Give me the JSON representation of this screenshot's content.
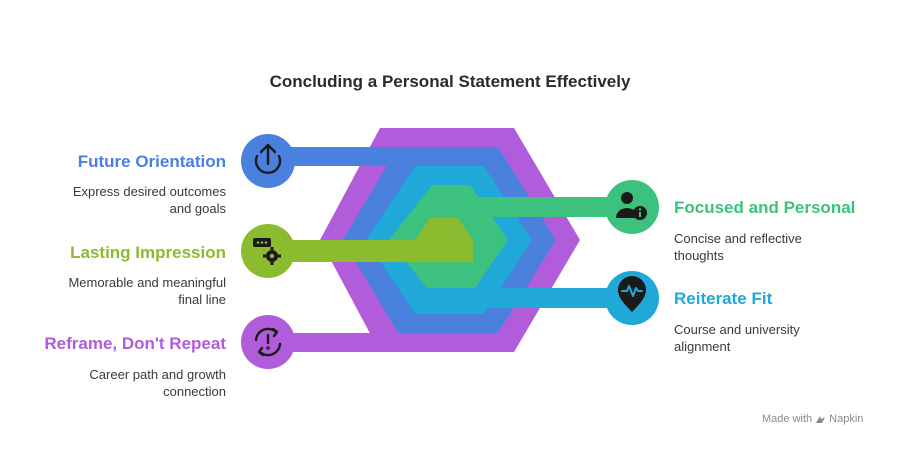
{
  "title": "Concluding a Personal Statement Effectively",
  "colors": {
    "purple": "#B15CDB",
    "blue": "#4A80DE",
    "teal": "#1FA8D8",
    "green": "#3CC27E",
    "lime": "#8DBB2F",
    "circle_blue": "#4A80DE",
    "circle_lime": "#8DBB2F",
    "circle_purple": "#B15CDB",
    "circle_green": "#3CC27E",
    "circle_teal": "#1FA8D8"
  },
  "items": [
    {
      "heading": "Future Orientation",
      "description_line1": "Express desired outcomes",
      "description_line2": "and goals",
      "color": "#4A80DE",
      "icon": "upload-arrow-icon"
    },
    {
      "heading": "Lasting Impression",
      "description_line1": "Memorable and meaningful",
      "description_line2": "final line",
      "color": "#8DBB2F",
      "icon": "settings-chat-icon"
    },
    {
      "heading": "Reframe, Don't Repeat",
      "description_line1": "Career path and growth",
      "description_line2": "connection",
      "color": "#B15CDB",
      "icon": "refresh-alert-icon"
    },
    {
      "heading": "Focused and Personal",
      "description_line1": "Concise and reflective",
      "description_line2": "thoughts",
      "color": "#3CC27E",
      "icon": "person-info-icon"
    },
    {
      "heading": "Reiterate Fit",
      "description_line1": "Course and university",
      "description_line2": "alignment",
      "color": "#1FA8D8",
      "icon": "location-pulse-icon"
    }
  ],
  "watermark": {
    "prefix": "Made with",
    "brand": "Napkin"
  }
}
